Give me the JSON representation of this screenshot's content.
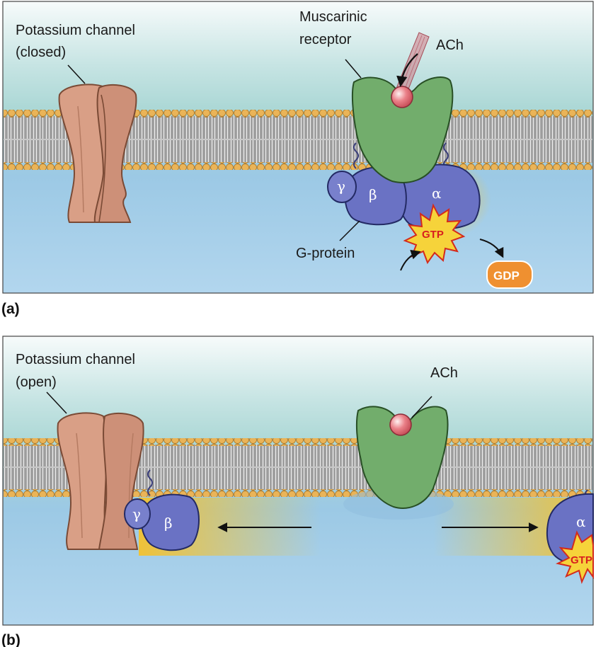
{
  "panel_a": {
    "tag": "(a)",
    "channel_label_line1": "Potassium channel",
    "channel_label_line2": "(closed)",
    "receptor_label_line1": "Muscarinic",
    "receptor_label_line2": "receptor",
    "ligand_label": "ACh",
    "gprotein_label": "G-protein",
    "subunit_gamma": "γ",
    "subunit_beta": "β",
    "subunit_alpha": "α",
    "gtp_label": "GTP",
    "gdp_label": "GDP"
  },
  "panel_b": {
    "tag": "(b)",
    "channel_label_line1": "Potassium channel",
    "channel_label_line2": "(open)",
    "ligand_label": "ACh",
    "subunit_gamma": "γ",
    "subunit_beta": "β",
    "subunit_alpha": "α",
    "gtp_label": "GTP"
  },
  "colors": {
    "channel": "#d99f86",
    "receptor": "#72ad6c",
    "gprotein": "#6a72c4",
    "gtp_star": "#f6d33a",
    "gdp_badge": "#ef9030",
    "ach": "#e06a72",
    "lipid_head": "#eab458",
    "glow": "#f4c63a"
  }
}
